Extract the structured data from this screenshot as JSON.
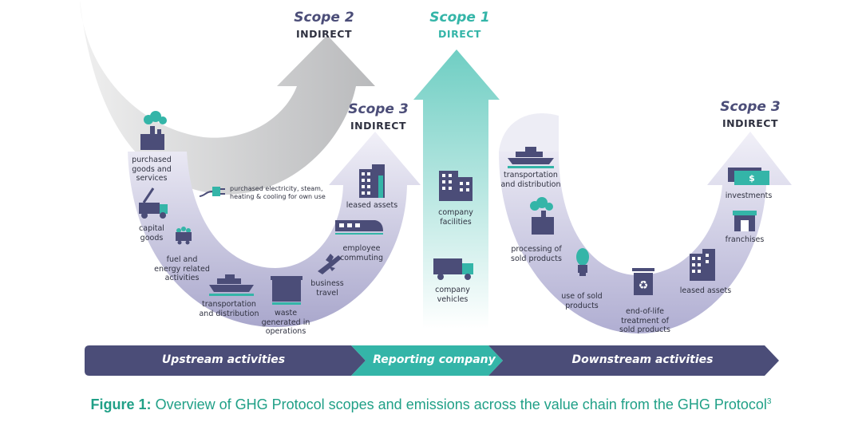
{
  "scopes": {
    "scope2": {
      "title": "Scope 2",
      "sub": "INDIRECT"
    },
    "scope1": {
      "title": "Scope 1",
      "sub": "DIRECT"
    },
    "scope3_up": {
      "title": "Scope 3",
      "sub": "INDIRECT"
    },
    "scope3_down": {
      "title": "Scope 3",
      "sub": "INDIRECT"
    }
  },
  "upstream_items": {
    "purchased_goods": [
      "purchased",
      "goods and",
      "services"
    ],
    "capital_goods": [
      "capital",
      "goods"
    ],
    "fuel_energy": [
      "fuel and",
      "energy related",
      "activities"
    ],
    "transport_up": [
      "transportation",
      "and distribution"
    ],
    "waste": [
      "waste",
      "generated in",
      "operations"
    ],
    "business_travel": [
      "business",
      "travel"
    ],
    "employee_commuting": [
      "employee",
      "commuting"
    ],
    "leased_assets_up": [
      "leased assets"
    ],
    "purchased_electricity": [
      "purchased electricity, steam,",
      "heating & cooling for own use"
    ]
  },
  "direct_items": {
    "company_facilities": [
      "company",
      "facilities"
    ],
    "company_vehicles": [
      "company",
      "vehicles"
    ]
  },
  "downstream_items": {
    "transport_down": [
      "transportation",
      "and distribution"
    ],
    "processing": [
      "processing of",
      "sold products"
    ],
    "use_sold": [
      "use of sold",
      "products"
    ],
    "end_of_life": [
      "end-of-life",
      "treatment of",
      "sold products"
    ],
    "leased_assets_down": [
      "leased assets"
    ],
    "franchises": [
      "franchises"
    ],
    "investments": [
      "investments"
    ]
  },
  "band": {
    "upstream": "Upstream activities",
    "reporting": "Reporting company",
    "downstream": "Downstream activities"
  },
  "caption": {
    "bold": "Figure 1:",
    "text": " Overview of GHG Protocol scopes and emissions across the value chain from the GHG Protocol",
    "sup": "3"
  },
  "colors": {
    "teal": "#34b5a8",
    "dark_navy": "#4b4d78",
    "purple_light": "#b3b1d3",
    "grey": "#c5c6c8",
    "text": "#2f3140",
    "caption": "#20a087"
  },
  "icons": [
    "factory-icon",
    "plug-icon",
    "truck-crane-icon",
    "coal-cart-icon",
    "ship-icon",
    "dumpster-icon",
    "airplane-icon",
    "train-icon",
    "building-icon",
    "lorry-icon",
    "lightbulb-icon",
    "recycle-bin-icon",
    "store-icon",
    "banknote-icon"
  ]
}
